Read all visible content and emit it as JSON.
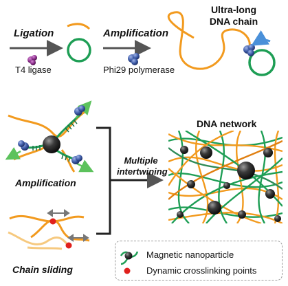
{
  "top_row": {
    "ligation_label": "Ligation",
    "ligase_label": "T4 ligase",
    "amplification_label": "Amplification",
    "polymerase_label": "Phi29 polymerase",
    "chain_title_line1": "Ultra-long",
    "chain_title_line2": "DNA chain"
  },
  "left_panel": {
    "amplification_label": "Amplification",
    "chain_sliding_label": "Chain sliding"
  },
  "center": {
    "arrow_label_line1": "Multiple",
    "arrow_label_line2": "intertwining"
  },
  "network": {
    "title": "DNA network"
  },
  "legend": {
    "item1": "Magnetic nanoparticle",
    "item2": "Dynamic crosslinking points"
  },
  "colors": {
    "orange": "#F29A1E",
    "green": "#1E9E55",
    "dark_green": "#1A6E44",
    "purple": "#8E2F8E",
    "blue": "#3C5AA6",
    "red": "#E0201C",
    "gray": "#555555"
  }
}
